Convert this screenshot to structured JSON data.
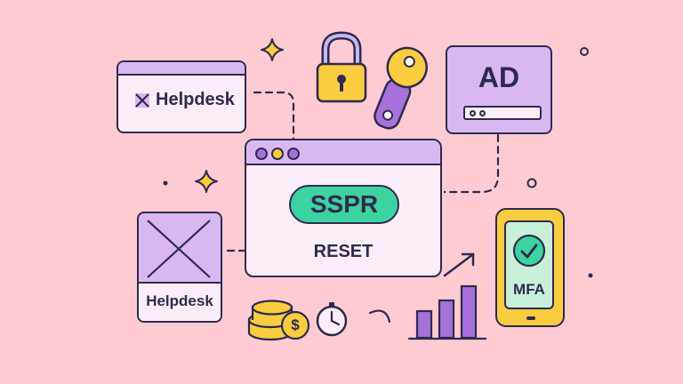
{
  "labels": {
    "helpdesk_top": "Helpdesk",
    "helpdesk_left": "Helpdesk",
    "sspr": "SSPR",
    "reset": "RESET",
    "ad": "AD",
    "mfa": "MFA",
    "dollar": "$"
  },
  "colors": {
    "background": "#FECBD3",
    "outline": "#2E2A4F",
    "lavender": "#D9B8F2",
    "purple": "#A672D9",
    "pale_pink": "#FCEEF8",
    "green": "#3DD3A0",
    "yellow": "#FACC3F",
    "mint": "#C8F0D8"
  },
  "icons": [
    "sparkle-icon",
    "padlock-icon",
    "key-icon",
    "x-mark-icon",
    "checkmark-icon",
    "coins-icon",
    "clock-icon",
    "bar-chart-icon",
    "trend-arrow-icon"
  ]
}
